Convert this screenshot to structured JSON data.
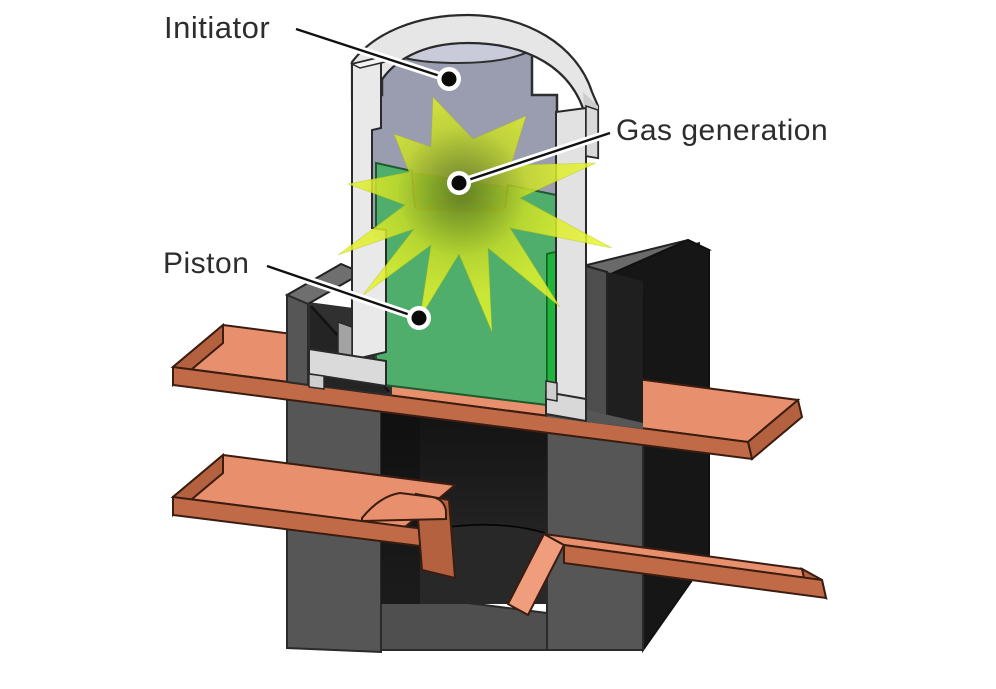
{
  "figure": {
    "type": "technical-cutaway-diagram",
    "background": "#ffffff"
  },
  "labels": {
    "initiator": {
      "text": "Initiator"
    },
    "gas_generation": {
      "text": "Gas generation"
    },
    "piston": {
      "text": "Piston"
    }
  },
  "parts": [
    {
      "name": "initiator",
      "label": "Initiator"
    },
    {
      "name": "gas-generation-burst",
      "label": "Gas generation"
    },
    {
      "name": "piston",
      "label": "Piston"
    },
    {
      "name": "outer-sleeve",
      "label": ""
    },
    {
      "name": "housing",
      "label": ""
    },
    {
      "name": "busbar-upper",
      "label": ""
    },
    {
      "name": "busbar-lower",
      "label": ""
    }
  ],
  "palette": {
    "background": "#ffffff",
    "label_text": "#2d2d2d",
    "initiator_body": "#9a9cb0",
    "initiator_dome": "#c9cbda",
    "sleeve_light": "#e9e9e9",
    "sleeve_shade": "#a3a3a3",
    "piston_green": "#4fae6b",
    "piston_edge_green": "#1fb53c",
    "burst_yellow": "#e6f52e",
    "burst_center_olive": "#6b7c1d",
    "housing_front_gray": "#565656",
    "housing_interior_dark": "#1f1f1f",
    "housing_right_black": "#161616",
    "busbar_top": "#e88f6e",
    "busbar_front": "#c06a47",
    "busbar_end": "#b4613f",
    "busbar_cut_face": "#f09d7d",
    "leader_line": "#111111"
  }
}
